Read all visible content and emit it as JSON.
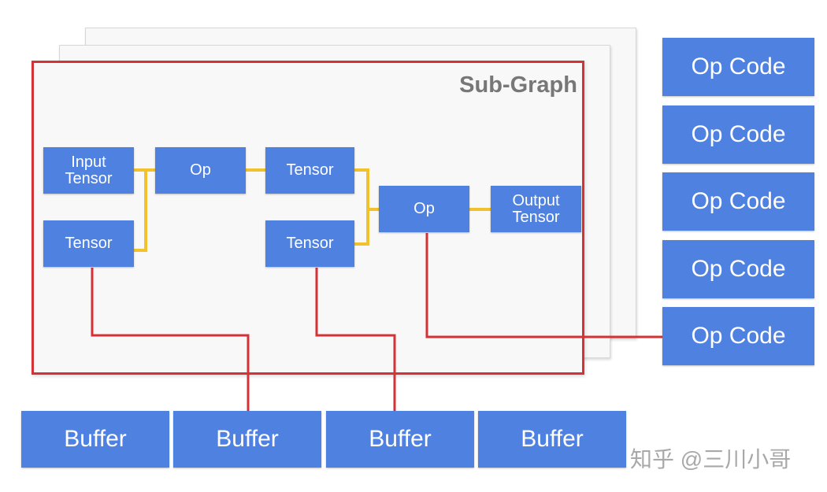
{
  "subgraph": {
    "title": "Sub-Graph",
    "nodes": {
      "input_tensor": "Input\nTensor",
      "op1": "Op",
      "tensor_mid": "Tensor",
      "op2": "Op",
      "output_tensor": "Output\nTensor",
      "tensor_bottom_left": "Tensor",
      "tensor_bottom_mid": "Tensor"
    }
  },
  "op_codes": [
    "Op Code",
    "Op Code",
    "Op Code",
    "Op Code",
    "Op Code"
  ],
  "buffers": [
    "Buffer",
    "Buffer",
    "Buffer",
    "Buffer"
  ],
  "watermark": "知乎 @三川小哥",
  "colors": {
    "node_fill": "#4f81e1",
    "flow_edge": "#f2c12e",
    "reference_edge": "#d33236"
  }
}
